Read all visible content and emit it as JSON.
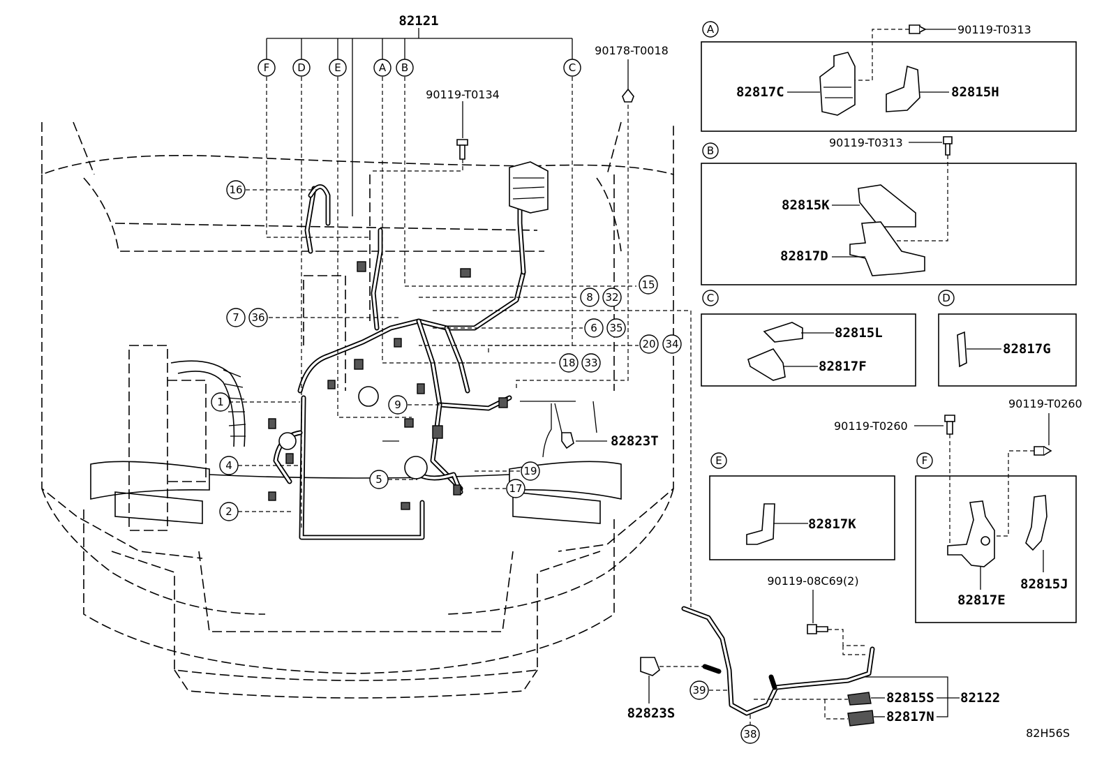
{
  "main_harness": {
    "part_number": "82121",
    "branch_letters": [
      "F",
      "D",
      "E",
      "A",
      "B",
      "C"
    ]
  },
  "bolts": {
    "top_center": "90178-T0018",
    "upper_left": "90119-T0134"
  },
  "clamp_82823T": "82823T",
  "callouts": [
    "1",
    "2",
    "4",
    "5",
    "7",
    "36",
    "9",
    "16",
    "15",
    "8",
    "32",
    "6",
    "35",
    "20",
    "34",
    "18",
    "33",
    "19",
    "17",
    "39",
    "38"
  ],
  "detail_A": {
    "letter": "A",
    "bolt": "90119-T0313",
    "parts": [
      "82817C",
      "82815H"
    ]
  },
  "detail_B": {
    "letter": "B",
    "bolt": "90119-T0313",
    "parts": [
      "82815K",
      "82817D"
    ]
  },
  "detail_C": {
    "letter": "C",
    "parts": [
      "82815L",
      "82817F"
    ]
  },
  "detail_D": {
    "letter": "D",
    "parts": [
      "82817G"
    ]
  },
  "detail_E": {
    "letter": "E",
    "parts": [
      "82817K"
    ]
  },
  "detail_F": {
    "letter": "F",
    "bolts": [
      "90119-T0260",
      "90119-T0260"
    ],
    "parts": [
      "82817E",
      "82815J"
    ]
  },
  "sub_harness": {
    "bolt": "90119-08C69(2)",
    "part_number": "82122",
    "parts": [
      "82815S",
      "82817N"
    ],
    "clamp": "82823S"
  },
  "diagram_code": "82H56S"
}
